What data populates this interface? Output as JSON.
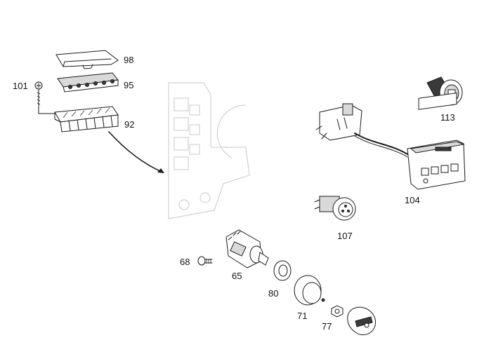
{
  "parts": [
    {
      "id": "98",
      "label": "98"
    },
    {
      "id": "95",
      "label": "95"
    },
    {
      "id": "101",
      "label": "101"
    },
    {
      "id": "92",
      "label": "92"
    },
    {
      "id": "113",
      "label": "113"
    },
    {
      "id": "104",
      "label": "104"
    },
    {
      "id": "107",
      "label": "107"
    },
    {
      "id": "68",
      "label": "68"
    },
    {
      "id": "65",
      "label": "65"
    },
    {
      "id": "80",
      "label": "80"
    },
    {
      "id": "71",
      "label": "71"
    },
    {
      "id": "77",
      "label": "77"
    }
  ]
}
